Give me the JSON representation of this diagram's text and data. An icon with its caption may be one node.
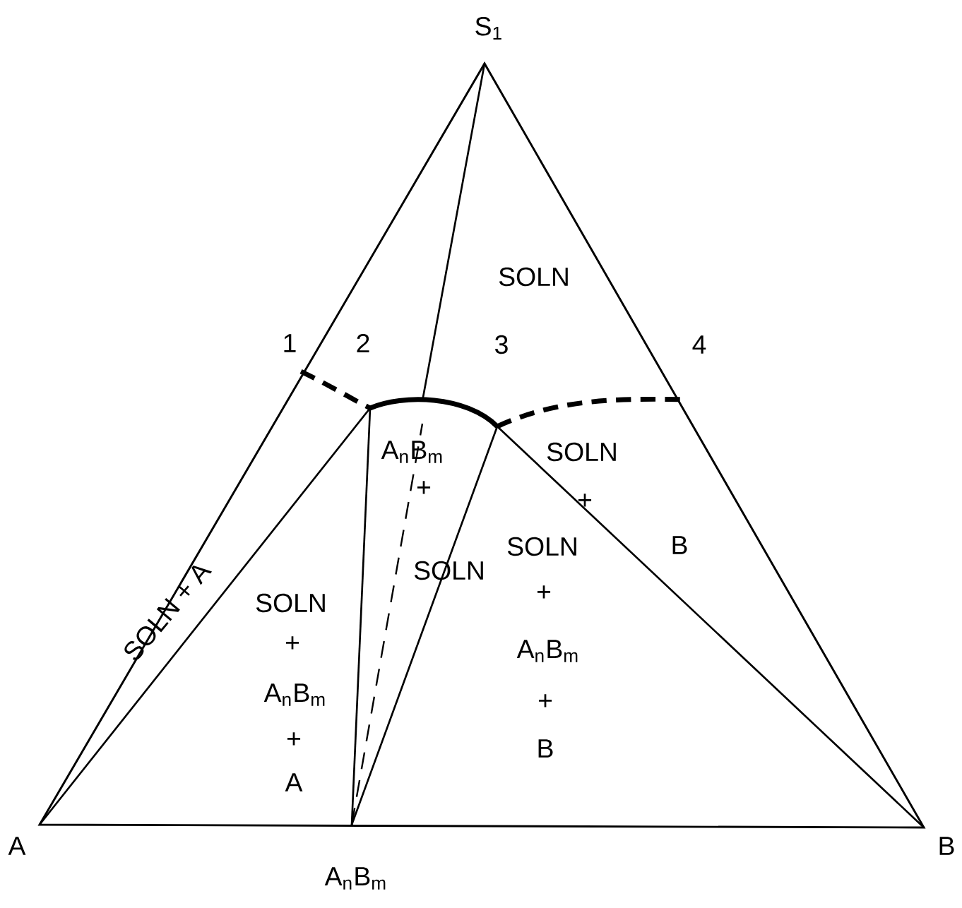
{
  "diagram": {
    "labels": [
      "S$_{1}$",
      "SOLN",
      "1",
      "2",
      "3",
      "4",
      "A$_{n}$B$_{m}$",
      "+",
      "SOLN",
      "SOLN",
      "+",
      "B",
      "SOLN + A",
      "SOLN",
      "+",
      "A$_{n}$B$_{m}$",
      "+",
      "A",
      "SOLN",
      "+",
      "A$_{n}$B$_{m}$",
      "+",
      "B",
      "A",
      "B",
      "A$_{n}$B$_{m}$"
    ]
  }
}
